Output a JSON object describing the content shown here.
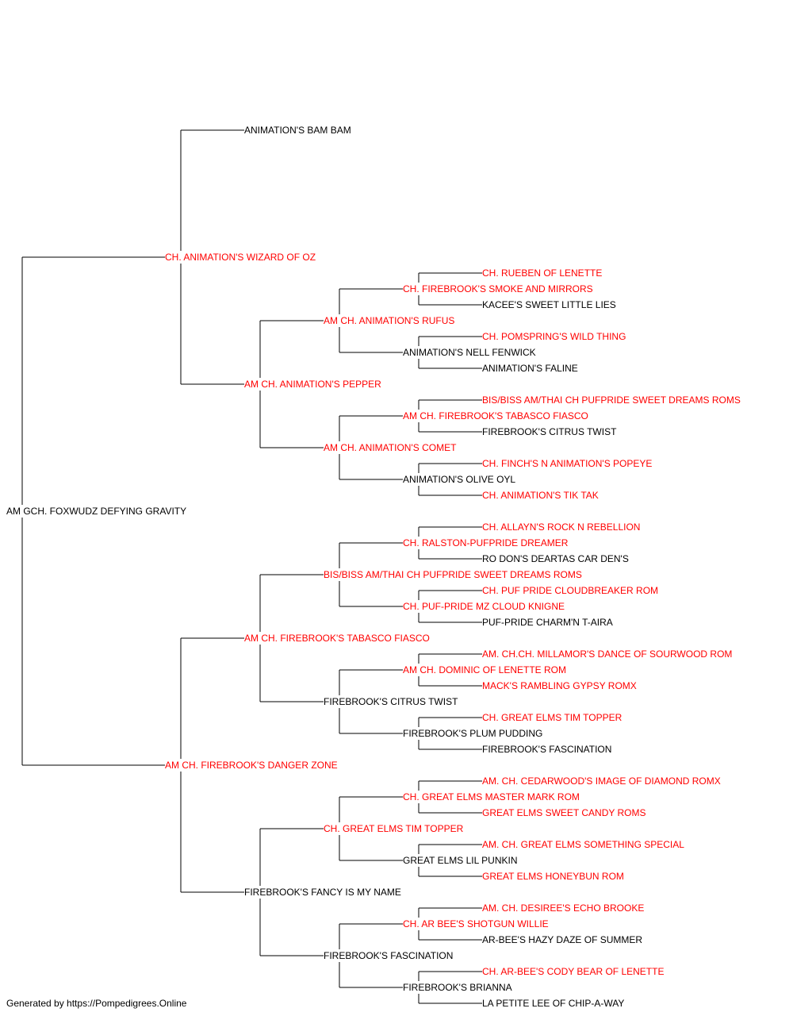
{
  "colors": {
    "titled": "#ff0000",
    "plain": "#000000",
    "connector": "#000000"
  },
  "pedigree": {
    "name": "AM GCH. FOXWUDZ DEFYING GRAVITY",
    "titled": false,
    "sire": {
      "name": "CH. ANIMATION'S WIZARD OF OZ",
      "titled": true,
      "sire": {
        "name": "ANIMATION'S BAM BAM",
        "titled": false
      },
      "dam": {
        "name": "AM CH. ANIMATION'S PEPPER",
        "titled": true,
        "sire": {
          "name": "AM CH. ANIMATION'S RUFUS",
          "titled": true,
          "sire": {
            "name": "CH. FIREBROOK'S SMOKE AND MIRRORS",
            "titled": true,
            "sire": {
              "name": "CH. RUEBEN OF LENETTE",
              "titled": true
            },
            "dam": {
              "name": "KACEE'S SWEET LITTLE LIES",
              "titled": false
            }
          },
          "dam": {
            "name": "ANIMATION'S NELL FENWICK",
            "titled": false,
            "sire": {
              "name": "CH. POMSPRING'S WILD THING",
              "titled": true
            },
            "dam": {
              "name": "ANIMATION'S FALINE",
              "titled": false
            }
          }
        },
        "dam": {
          "name": "AM CH. ANIMATION'S COMET",
          "titled": true,
          "sire": {
            "name": "AM CH. FIREBROOK'S TABASCO FIASCO",
            "titled": true,
            "sire": {
              "name": "BIS/BISS AM/THAI CH PUFPRIDE SWEET DREAMS ROMS",
              "titled": true
            },
            "dam": {
              "name": "FIREBROOK'S CITRUS TWIST",
              "titled": false
            }
          },
          "dam": {
            "name": "ANIMATION'S OLIVE OYL",
            "titled": false,
            "sire": {
              "name": "CH. FINCH'S N ANIMATION'S POPEYE",
              "titled": true
            },
            "dam": {
              "name": "CH. ANIMATION'S TIK TAK",
              "titled": true
            }
          }
        }
      }
    },
    "dam": {
      "name": "AM CH. FIREBROOK'S DANGER ZONE",
      "titled": true,
      "sire": {
        "name": "AM CH. FIREBROOK'S TABASCO FIASCO",
        "titled": true,
        "sire": {
          "name": "BIS/BISS AM/THAI CH PUFPRIDE SWEET DREAMS ROMS",
          "titled": true,
          "sire": {
            "name": "CH. RALSTON-PUFPRIDE DREAMER",
            "titled": true,
            "sire": {
              "name": "CH. ALLAYN'S ROCK N REBELLION",
              "titled": true
            },
            "dam": {
              "name": "RO DON'S DEARTAS CAR DEN'S",
              "titled": false
            }
          },
          "dam": {
            "name": "CH. PUF-PRIDE MZ CLOUD KNIGNE",
            "titled": true,
            "sire": {
              "name": "CH. PUF PRIDE CLOUDBREAKER ROM",
              "titled": true
            },
            "dam": {
              "name": "PUF-PRIDE CHARM'N T-AIRA",
              "titled": false
            }
          }
        },
        "dam": {
          "name": "FIREBROOK'S CITRUS TWIST",
          "titled": false,
          "sire": {
            "name": "AM CH. DOMINIC OF LENETTE ROM",
            "titled": true,
            "sire": {
              "name": "AM. CH.CH. MILLAMOR'S DANCE OF SOURWOOD ROM",
              "titled": true
            },
            "dam": {
              "name": "MACK'S RAMBLING GYPSY ROMX",
              "titled": true
            }
          },
          "dam": {
            "name": "FIREBROOK'S PLUM PUDDING",
            "titled": false,
            "sire": {
              "name": "CH. GREAT ELMS TIM TOPPER",
              "titled": true
            },
            "dam": {
              "name": "FIREBROOK'S FASCINATION",
              "titled": false
            }
          }
        }
      },
      "dam": {
        "name": "FIREBROOK'S FANCY IS MY NAME",
        "titled": false,
        "sire": {
          "name": "CH. GREAT ELMS TIM TOPPER",
          "titled": true,
          "sire": {
            "name": "CH. GREAT ELMS MASTER MARK ROM",
            "titled": true,
            "sire": {
              "name": "AM. CH. CEDARWOOD'S IMAGE OF DIAMOND ROMX",
              "titled": true
            },
            "dam": {
              "name": "GREAT ELMS SWEET CANDY ROMS",
              "titled": true
            }
          },
          "dam": {
            "name": "GREAT ELMS LIL PUNKIN",
            "titled": false,
            "sire": {
              "name": "AM. CH. GREAT ELMS SOMETHING SPECIAL",
              "titled": true
            },
            "dam": {
              "name": "GREAT ELMS HONEYBUN ROM",
              "titled": true
            }
          }
        },
        "dam": {
          "name": "FIREBROOK'S FASCINATION",
          "titled": false,
          "sire": {
            "name": "CH. AR BEE'S SHOTGUN WILLIE",
            "titled": true,
            "sire": {
              "name": "AM. CH. DESIREE'S ECHO BROOKE",
              "titled": true
            },
            "dam": {
              "name": "AR-BEE'S HAZY DAZE OF SUMMER",
              "titled": false
            }
          },
          "dam": {
            "name": "FIREBROOK'S BRIANNA",
            "titled": false,
            "sire": {
              "name": "CH. AR-BEE'S CODY BEAR OF LENETTE",
              "titled": true
            },
            "dam": {
              "name": "LA PETITE LEE OF CHIP-A-WAY",
              "titled": false
            }
          }
        }
      }
    }
  },
  "footer": "Generated by https://Pompedigrees.Online"
}
